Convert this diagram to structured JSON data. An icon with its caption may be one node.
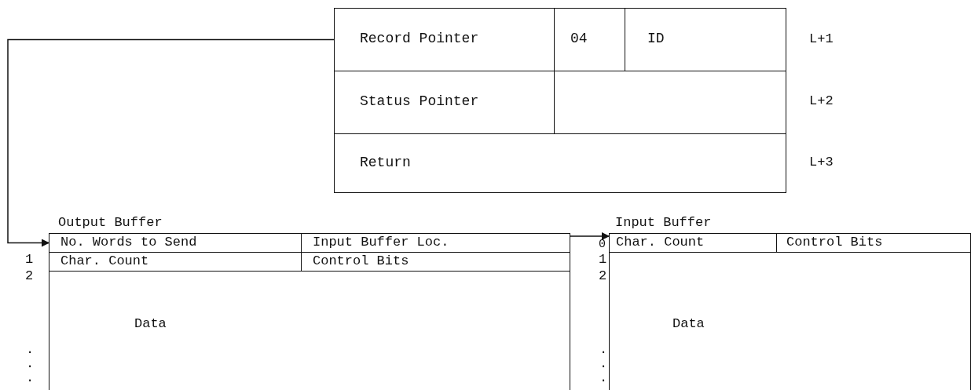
{
  "diagram": {
    "nodes": [
      {
        "text": [
          "Record Pointer"
        ]
      },
      {
        "text": [
          "04"
        ]
      },
      {
        "text": [
          "ID"
        ]
      },
      {
        "text": [
          "Status Pointer"
        ]
      },
      {
        "text": [],
        "shape": "box"
      },
      {
        "text": [
          "Return"
        ]
      },
      {
        "text": [
          "Output Buffer"
        ]
      },
      {
        "text": [
          "No. Words to Send"
        ],
        "in": 6
      },
      {
        "text": [
          "Input Buffer Loc."
        ],
        "in": 6
      },
      {
        "text": [
          "Char. Count"
        ],
        "in": 6
      },
      {
        "text": [
          "Control Bits"
        ],
        "in": 6
      },
      {
        "text": [
          "Data"
        ],
        "in": 6
      },
      {
        "text": [
          "Input Buffer"
        ]
      },
      {
        "text": [
          "Char. Count"
        ],
        "in": 12
      },
      {
        "text": [
          "Control Bits"
        ],
        "in": 12
      },
      {
        "text": [
          "Data"
        ],
        "in": 12
      }
    ],
    "edges": [
      {
        "from": 0,
        "to": 7,
        "arrow": "to"
      },
      {
        "from": 8,
        "to": 13,
        "arrow": "to"
      }
    ],
    "labels": [
      "L+1",
      "L+2",
      "L+3",
      "1",
      "2",
      ".",
      ".",
      ".",
      "0",
      "1",
      "2",
      ".",
      ".",
      "."
    ]
  }
}
